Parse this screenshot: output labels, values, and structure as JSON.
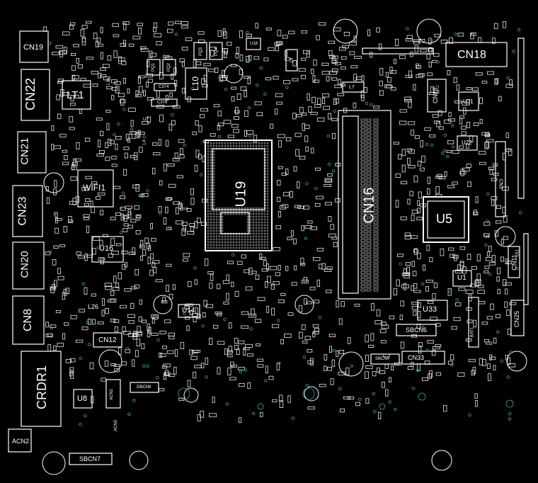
{
  "colors": {
    "background": "#000000",
    "silkscreen": "#ffffff",
    "via_ring": "#3aa6a6",
    "pad": "#e6e6e6"
  },
  "components": {
    "cn19": "CN19",
    "cn22": "CN22",
    "lt1": "LT1",
    "cn21": "CN21",
    "cn23": "CN23",
    "wifi1": "WIFI1",
    "cn20": "CN20",
    "u16": "U16",
    "cn8": "CN8",
    "l26": "L26",
    "cn12": "CN12",
    "crdr1": "CRDR1",
    "u8": "U8",
    "acn2": "ACN2",
    "sbcn7": "SBCN7",
    "dbcn8": "DBCN8",
    "acn1": "ACN1",
    "acn3": "ACN3",
    "u19": "U19",
    "u14": "U14",
    "l10": "L10",
    "pq1": "PQ1",
    "pq2": "PQ2",
    "pq3": "PQ3",
    "pq4": "PQ4",
    "u18": "U18",
    "l8": "L8",
    "l7": "L7",
    "l34": "L34",
    "l4": "L4",
    "u7": "U7",
    "y4": "Y4",
    "c376": "C376",
    "c374": "C374",
    "cn16": "CN16",
    "cn18": "CN18",
    "cn17": "CN17",
    "u21": "U21",
    "u22": "U22",
    "cn3": "CN3",
    "u5": "U5",
    "cn11": "CN11",
    "u1": "U1",
    "u33": "U33",
    "sbcn6": "SBCN6",
    "sbcn4": "SBCN4",
    "cn33": "CN33",
    "cn25": "CN25",
    "bat1": "BAT1",
    "u11": "U11",
    "u6": "U6"
  }
}
